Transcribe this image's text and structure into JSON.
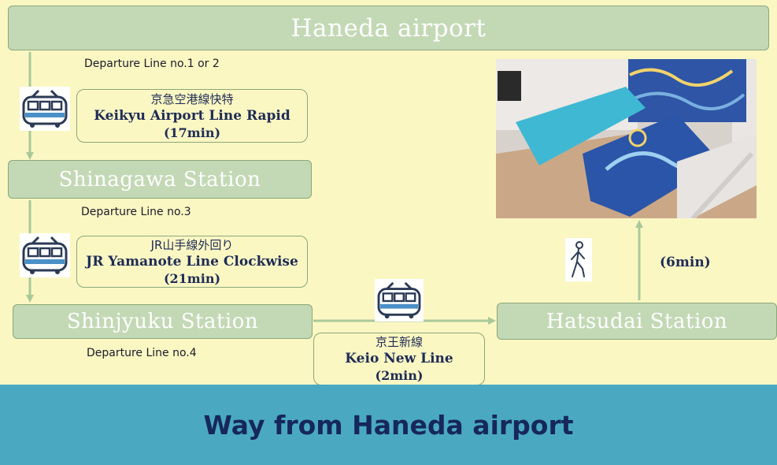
{
  "title": "Haneda airport",
  "footer_title": "Way from Haneda airport",
  "stations": {
    "shinagawa": "Shinagawa Station",
    "shinjyuku": "Shinjyuku Station",
    "hatsudai": "Hatsudai Station"
  },
  "departures": {
    "first": "Departure Line no.1 or 2",
    "second": "Departure Line no.3",
    "third": "Departure Line no.4"
  },
  "routes": [
    {
      "jp": "京急空港線快特",
      "en": "Keikyu Airport Line Rapid",
      "time": "(17min)"
    },
    {
      "jp": "JR山手線外回り",
      "en": "JR Yamanote Line Clockwise",
      "time": "(21min)"
    },
    {
      "jp": "京王新線",
      "en": "Keio New Line",
      "time": "(2min)"
    }
  ],
  "walk_time": "(6min)",
  "icons": {
    "train": "train-icon",
    "walk": "walking-person-icon"
  },
  "colors": {
    "background": "#fbf7c3",
    "station_box": "#c3d9b5",
    "footer": "#4aa9c0",
    "footer_text": "#16275c",
    "route_text": "#1e2c56",
    "arrow": "#a9c99a"
  }
}
